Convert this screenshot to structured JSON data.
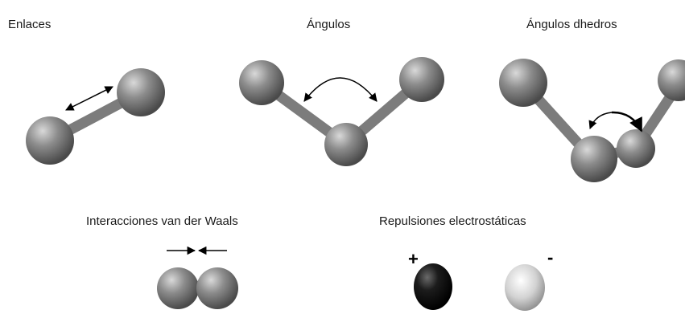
{
  "labels": {
    "bonds": "Enlaces",
    "angles": "Ángulos",
    "dihedrals": "Ángulos dhedros",
    "vdw": "Interacciones van der Waals",
    "electrostatic": "Repulsiones electrostáticas"
  },
  "charges": {
    "positive": "+",
    "negative": "-"
  },
  "colors": {
    "atom_gray": "#808080",
    "atom_dark": "#111111",
    "atom_light": "#d0d0d0",
    "arrow": "#000000"
  }
}
